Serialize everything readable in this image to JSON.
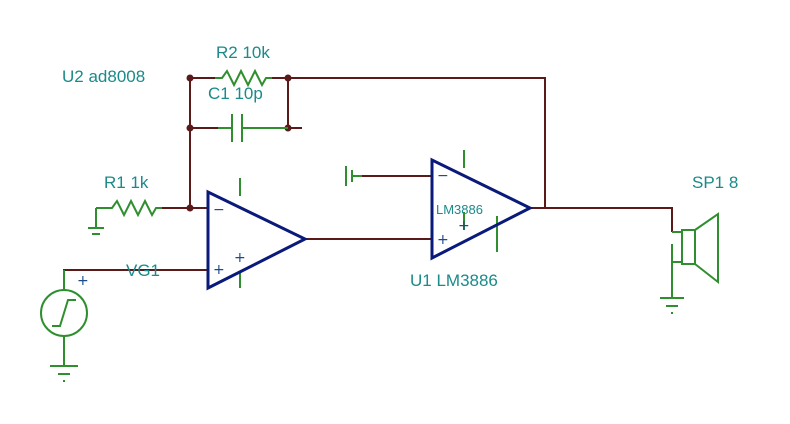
{
  "labels": {
    "u2": "U2 ad8008",
    "r2": "R2 10k",
    "c1": "C1 10p",
    "r1": "R1 1k",
    "vg1": "VG1",
    "u1_inner": "LM3886",
    "u1": "U1 LM3886",
    "sp1": "SP1 8"
  },
  "signs": {
    "minus": "−",
    "plus": "+"
  },
  "colors": {
    "wire": "#5a1a1a",
    "component": "#2f8f2f",
    "opamp": "#0a1a7a",
    "label": "#1a8a8a"
  }
}
